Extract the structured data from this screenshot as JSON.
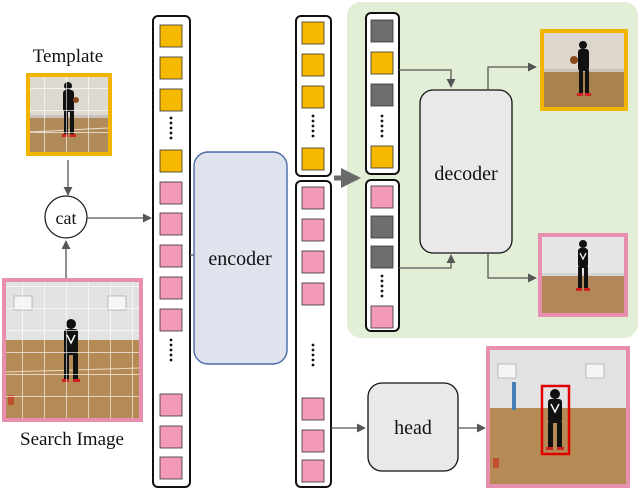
{
  "labels": {
    "template": "Template",
    "search_image": "Search Image",
    "cat": "cat",
    "encoder": "encoder",
    "decoder": "decoder",
    "head": "head"
  },
  "colors": {
    "template_token": "#f7b800",
    "search_token": "#f29ab8",
    "masked_token": "#6e6e6e",
    "template_border": "#f1b400",
    "search_border": "#e88fb0",
    "decoder_region": "#e3eed6",
    "encoder_fill": "#dfe3ee",
    "encoder_border": "#4a6aa5",
    "bbox": "#e00000",
    "arrow": "#555555"
  },
  "icons": {
    "template_image": "basketball-player-template-photo",
    "search_image": "basketball-court-search-photo",
    "decoder_output_template": "reconstructed-template-photo",
    "decoder_output_search": "reconstructed-search-photo",
    "head_output": "tracking-result-photo"
  }
}
